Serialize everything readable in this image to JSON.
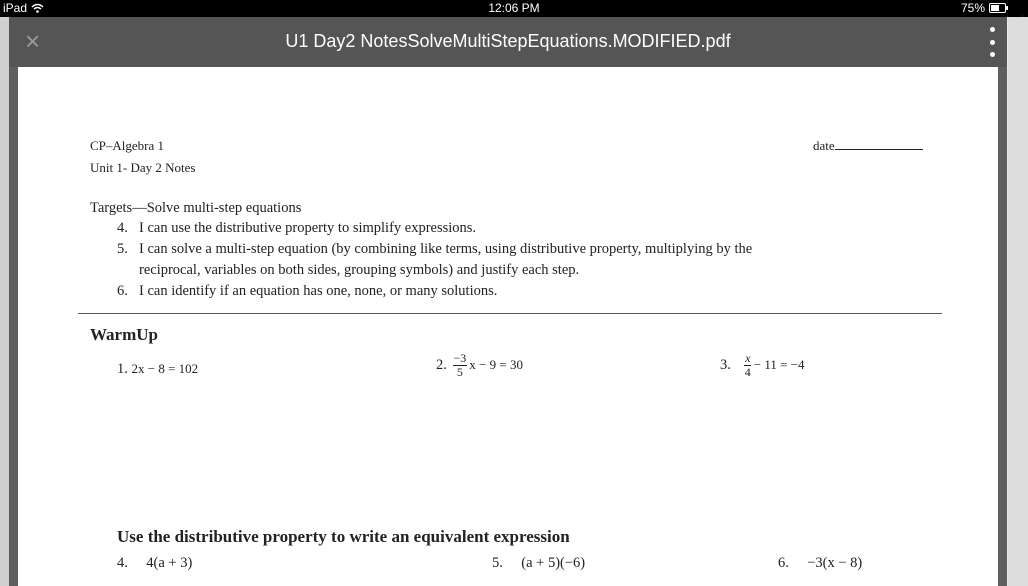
{
  "status_bar": {
    "device": "iPad",
    "time": "12:06 PM",
    "battery": "75%",
    "battery_level": 0.75
  },
  "toolbar": {
    "close_glyph": "×",
    "title": "U1 Day2 NotesSolveMultiStepEquations.MODIFIED.pdf"
  },
  "document": {
    "course": "CP–Algebra 1",
    "unit": "Unit 1- Day 2 Notes",
    "date_label": "date",
    "targets_heading": "Targets—Solve multi-step equations",
    "targets": [
      {
        "num": "4.",
        "text": "I can use the distributive property to simplify expressions."
      },
      {
        "num": "5.",
        "text": "I can solve a multi-step equation (by combining like terms, using distributive property, multiplying by the",
        "cont": "reciprocal, variables on both sides, grouping symbols) and justify each step."
      },
      {
        "num": "6.",
        "text": "I can identify if an equation has one, none, or many solutions."
      }
    ],
    "warmup_heading": "WarmUp",
    "warmup": [
      {
        "num": "1.",
        "expr": "2x − 8 = 102"
      },
      {
        "num": "2.",
        "frac_num": "−3",
        "frac_den": "5",
        "expr_tail": "x − 9 = 30"
      },
      {
        "num": "3.",
        "frac_num": "x",
        "frac_den": "4",
        "expr_tail": "− 11 = −4"
      }
    ],
    "distributive_heading": "Use the distributive property to write an equivalent expression",
    "distributive": [
      {
        "num": "4.",
        "expr": "4(a + 3)"
      },
      {
        "num": "5.",
        "expr": "(a + 5)(−6)"
      },
      {
        "num": "6.",
        "expr": "−3(x − 8)"
      }
    ]
  }
}
